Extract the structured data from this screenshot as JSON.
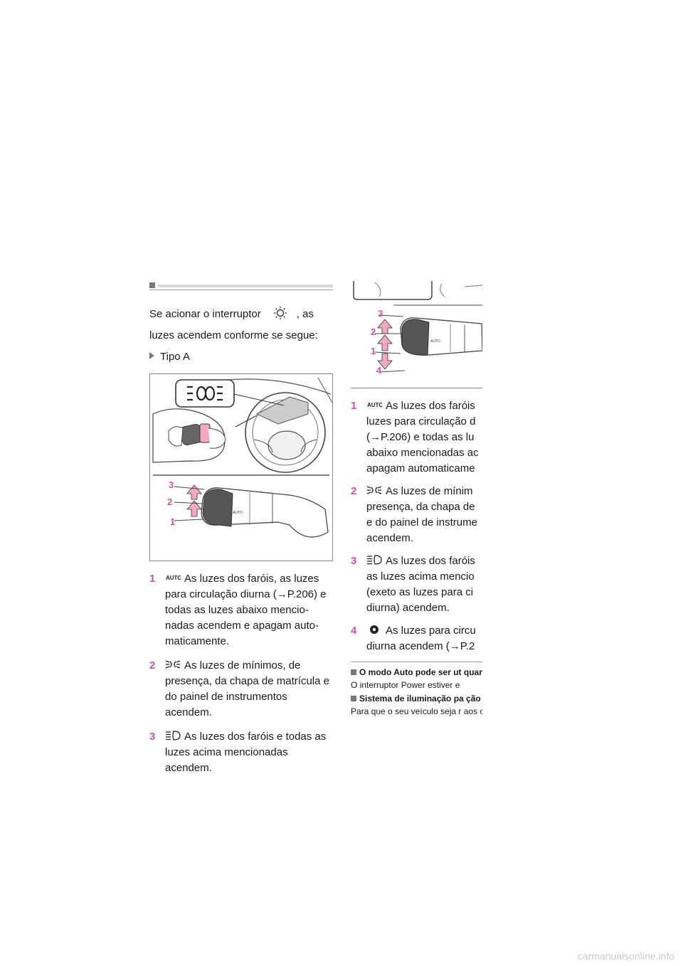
{
  "intro": {
    "before_icon": "Se acionar o interruptor",
    "after_icon": ", as",
    "line2": "luzes acendem conforme se segue:"
  },
  "type_a": {
    "label": "Tipo A"
  },
  "figure_a": {
    "labels": [
      "3",
      "2",
      "1"
    ],
    "switch_text": "AUTO"
  },
  "left_items": [
    {
      "num": "1",
      "icon": "auto-icon",
      "text": "As luzes dos faróis, as luzes para circulação diurna (→P.206) e todas as luzes abaixo mencio-nadas acendem e apagam auto-maticamente."
    },
    {
      "num": "2",
      "icon": "side-lights-icon",
      "text": "As luzes de mínimos, de presença, da chapa de matrícula e do painel de instrumentos acendem."
    },
    {
      "num": "3",
      "icon": "headlights-icon",
      "text": "As luzes dos faróis e todas as luzes acima mencionadas acendem."
    }
  ],
  "figure_b": {
    "labels": [
      "3",
      "2",
      "1",
      "4"
    ],
    "switch_text": "AUTO"
  },
  "right_items": [
    {
      "num": "1",
      "icon": "auto-icon",
      "text": "As luzes dos faróis luzes para circulação d (→P.206) e todas as lu abaixo mencionadas ac apagam automaticame"
    },
    {
      "num": "2",
      "icon": "side-lights-icon",
      "text": "As luzes de mínim presença, da chapa de e do painel de instrume acendem."
    },
    {
      "num": "3",
      "icon": "headlights-icon",
      "text": "As luzes dos faróis as luzes acima mencio (exeto as luzes para ci diurna) acendem."
    },
    {
      "num": "4",
      "icon": "drl-icon",
      "text": "As luzes para circu diurna acendem (→P.2"
    }
  ],
  "notes": [
    {
      "heading": "O modo Auto pode ser ut quando",
      "text": "O interruptor Power estiver e"
    },
    {
      "heading": "Sistema de iluminação pa ção diurna",
      "text": "Para que o seu veículo seja r aos outros condutores durant ção diurna, as luzes para circ"
    }
  ],
  "watermark": "carmanualsonline.info",
  "colors": {
    "accent": "#d14fa8",
    "pink_arrow": "#f3a8c4",
    "gray_bar": "#777777"
  }
}
